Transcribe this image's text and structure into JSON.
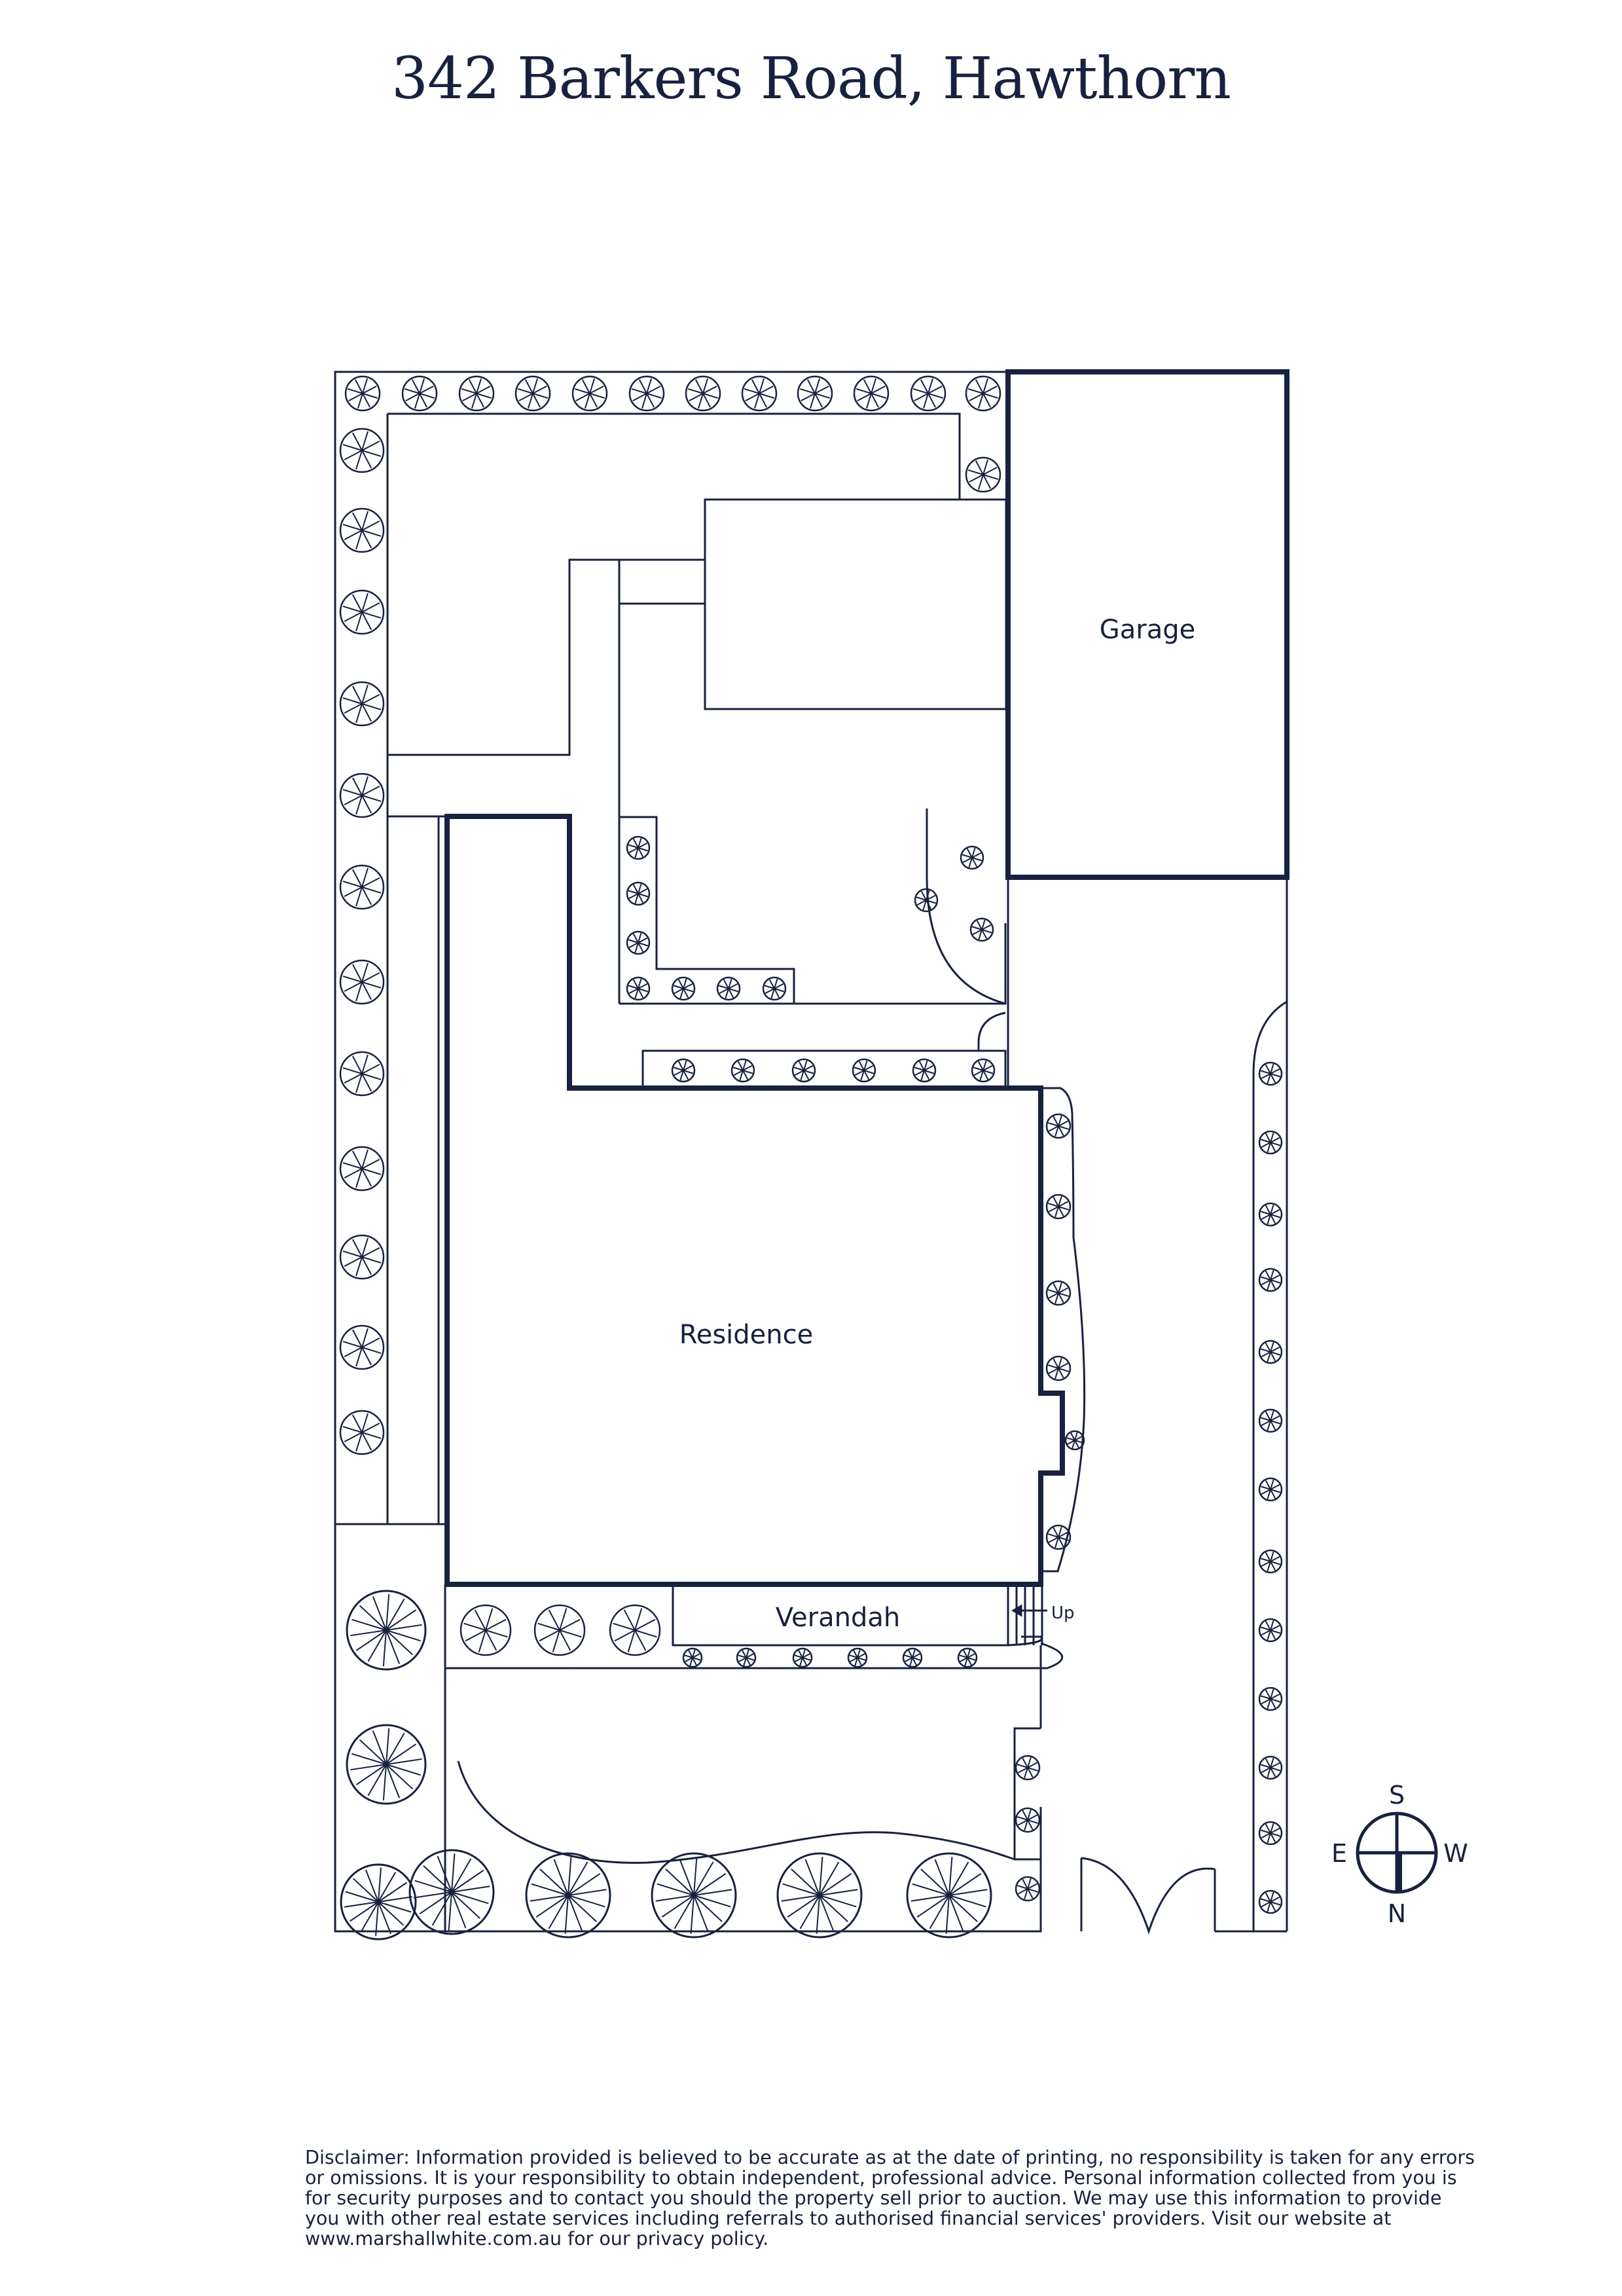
{
  "title": "342 Barkers Road, Hawthorn",
  "rooms": {
    "garage": "Garage",
    "residence": "Residence",
    "verandah": "Verandah"
  },
  "stairs_label": "Up",
  "compass": {
    "top": "S",
    "left": "E",
    "right": "W",
    "bottom": "N"
  },
  "disclaimer": "Disclaimer: Information provided is believed to be accurate as at the date of printing, no responsibility is taken for any errors or omissions. It is your responsibility to obtain independent, professional advice. Personal information collected from you is for security purposes and to contact you should the property sell prior to auction. We may use this information to provide you with other real estate services including referrals to authorised financial services' providers. Visit our website at www.marshallwhite.com.au for our privacy policy.",
  "colors": {
    "ink": "#18213f",
    "background": "#ffffff"
  },
  "icons": [
    "shrub-icon",
    "tree-icon",
    "compass-icon",
    "arrow-left-icon"
  ]
}
